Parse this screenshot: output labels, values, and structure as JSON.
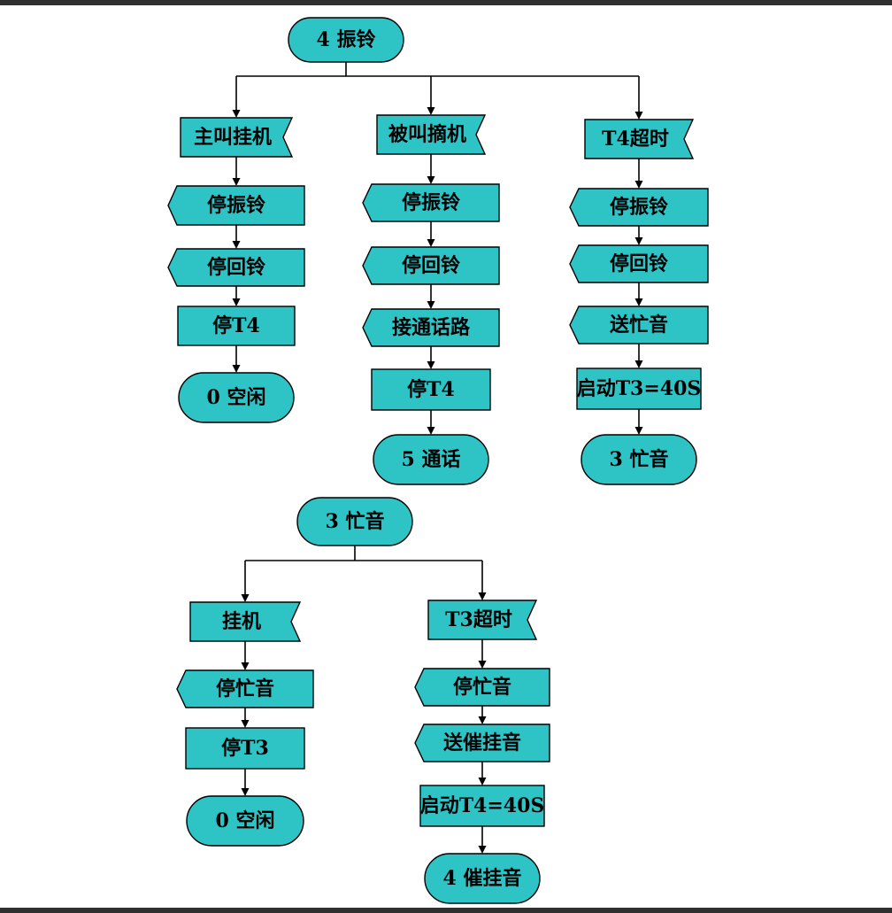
{
  "colors": {
    "node_fill": "#2ec4c6",
    "line": "#000000",
    "frame_bar": "#303030",
    "background": "#ffffff"
  },
  "diagrams": [
    {
      "root": {
        "kind": "state",
        "label": "4  振铃"
      },
      "branches": [
        {
          "steps": [
            {
              "kind": "input",
              "label": "主叫挂机"
            },
            {
              "kind": "output",
              "label": "停振铃"
            },
            {
              "kind": "output",
              "label": "停回铃"
            },
            {
              "kind": "task",
              "label": "停T4"
            },
            {
              "kind": "state",
              "label": "0 空闲"
            }
          ]
        },
        {
          "steps": [
            {
              "kind": "input",
              "label": "被叫摘机"
            },
            {
              "kind": "output",
              "label": "停振铃"
            },
            {
              "kind": "output",
              "label": "停回铃"
            },
            {
              "kind": "output",
              "label": "接通话路"
            },
            {
              "kind": "task",
              "label": "停T4"
            },
            {
              "kind": "state",
              "label": "5 通话"
            }
          ]
        },
        {
          "steps": [
            {
              "kind": "input",
              "label": "T4超时"
            },
            {
              "kind": "output",
              "label": "停振铃"
            },
            {
              "kind": "output",
              "label": "停回铃"
            },
            {
              "kind": "output",
              "label": "送忙音"
            },
            {
              "kind": "task",
              "label": "启动T3=40S"
            },
            {
              "kind": "state",
              "label": "3  忙音"
            }
          ]
        }
      ]
    },
    {
      "root": {
        "kind": "state",
        "label": "3 忙音"
      },
      "branches": [
        {
          "steps": [
            {
              "kind": "input",
              "label": "挂机"
            },
            {
              "kind": "output",
              "label": "停忙音"
            },
            {
              "kind": "task",
              "label": "停T3"
            },
            {
              "kind": "state",
              "label": "0 空闲"
            }
          ]
        },
        {
          "steps": [
            {
              "kind": "input",
              "label": "T3超时"
            },
            {
              "kind": "output",
              "label": "停忙音"
            },
            {
              "kind": "output",
              "label": "送催挂音"
            },
            {
              "kind": "task",
              "label": "启动T4=40S"
            },
            {
              "kind": "state",
              "label": "4 催挂音"
            }
          ]
        }
      ]
    }
  ]
}
